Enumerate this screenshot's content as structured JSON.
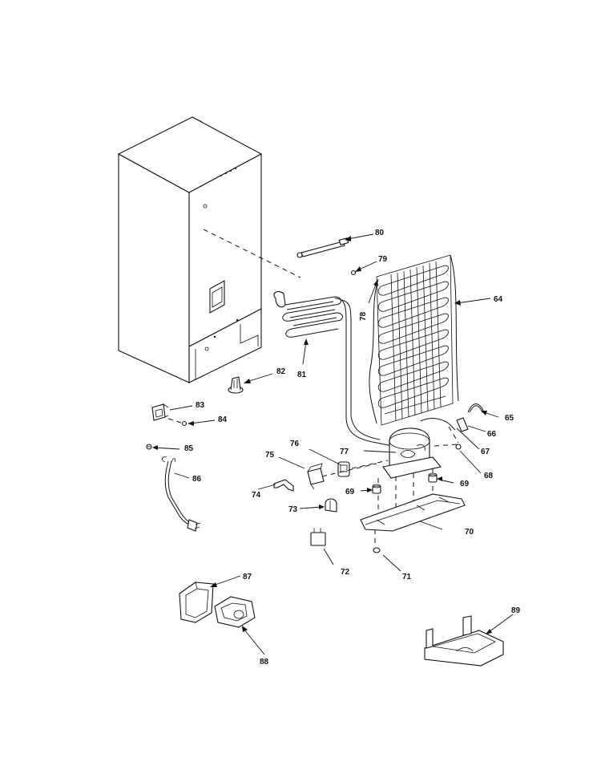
{
  "callouts": {
    "c64": "64",
    "c65": "65",
    "c66": "66",
    "c67": "67",
    "c68": "68",
    "c69a": "69",
    "c69b": "69",
    "c70": "70",
    "c71": "71",
    "c72": "72",
    "c73": "73",
    "c74": "74",
    "c75": "75",
    "c76": "76",
    "c77": "77",
    "c78": "78",
    "c79": "79",
    "c80": "80",
    "c81": "81",
    "c82": "82",
    "c83": "83",
    "c84": "84",
    "c85": "85",
    "c86": "86",
    "c87": "87",
    "c88": "88",
    "c89": "89"
  }
}
